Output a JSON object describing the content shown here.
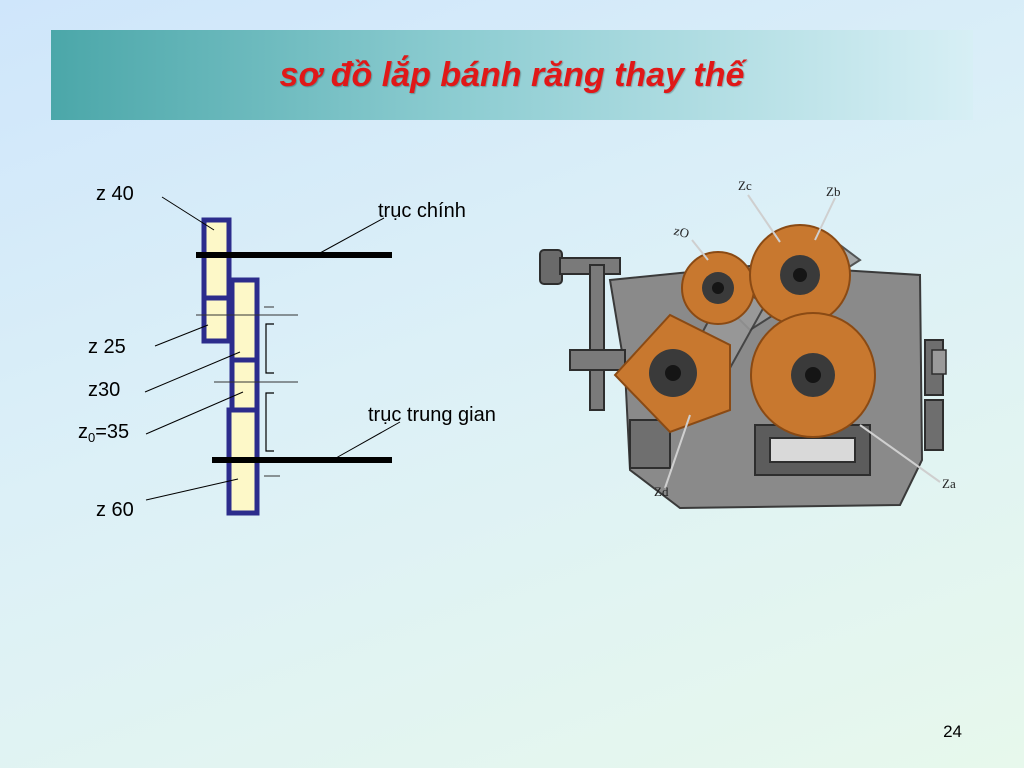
{
  "slide": {
    "title": "sơ đồ lắp bánh răng thay thế",
    "page_number": "24"
  },
  "schematic": {
    "labels": {
      "z40": "z 40",
      "z25": "z 25",
      "z30": "z30",
      "z0_prefix": "z",
      "z0_sub": "0",
      "z0_value": "=35",
      "z60": "z 60",
      "main_shaft": "trục chính",
      "intermediate_shaft": "trục trung gian"
    }
  },
  "photo": {
    "labels": {
      "zc": "Zc",
      "zb": "Zb",
      "zo": "zO",
      "zd": "Zd",
      "za": "Za"
    }
  },
  "colors": {
    "title": "#e01818",
    "gear_fill": "#fdf8c8",
    "gear_stroke": "#2c2c8c",
    "photo_gear": "#c8782f",
    "photo_metal": "#7d7d7d"
  }
}
